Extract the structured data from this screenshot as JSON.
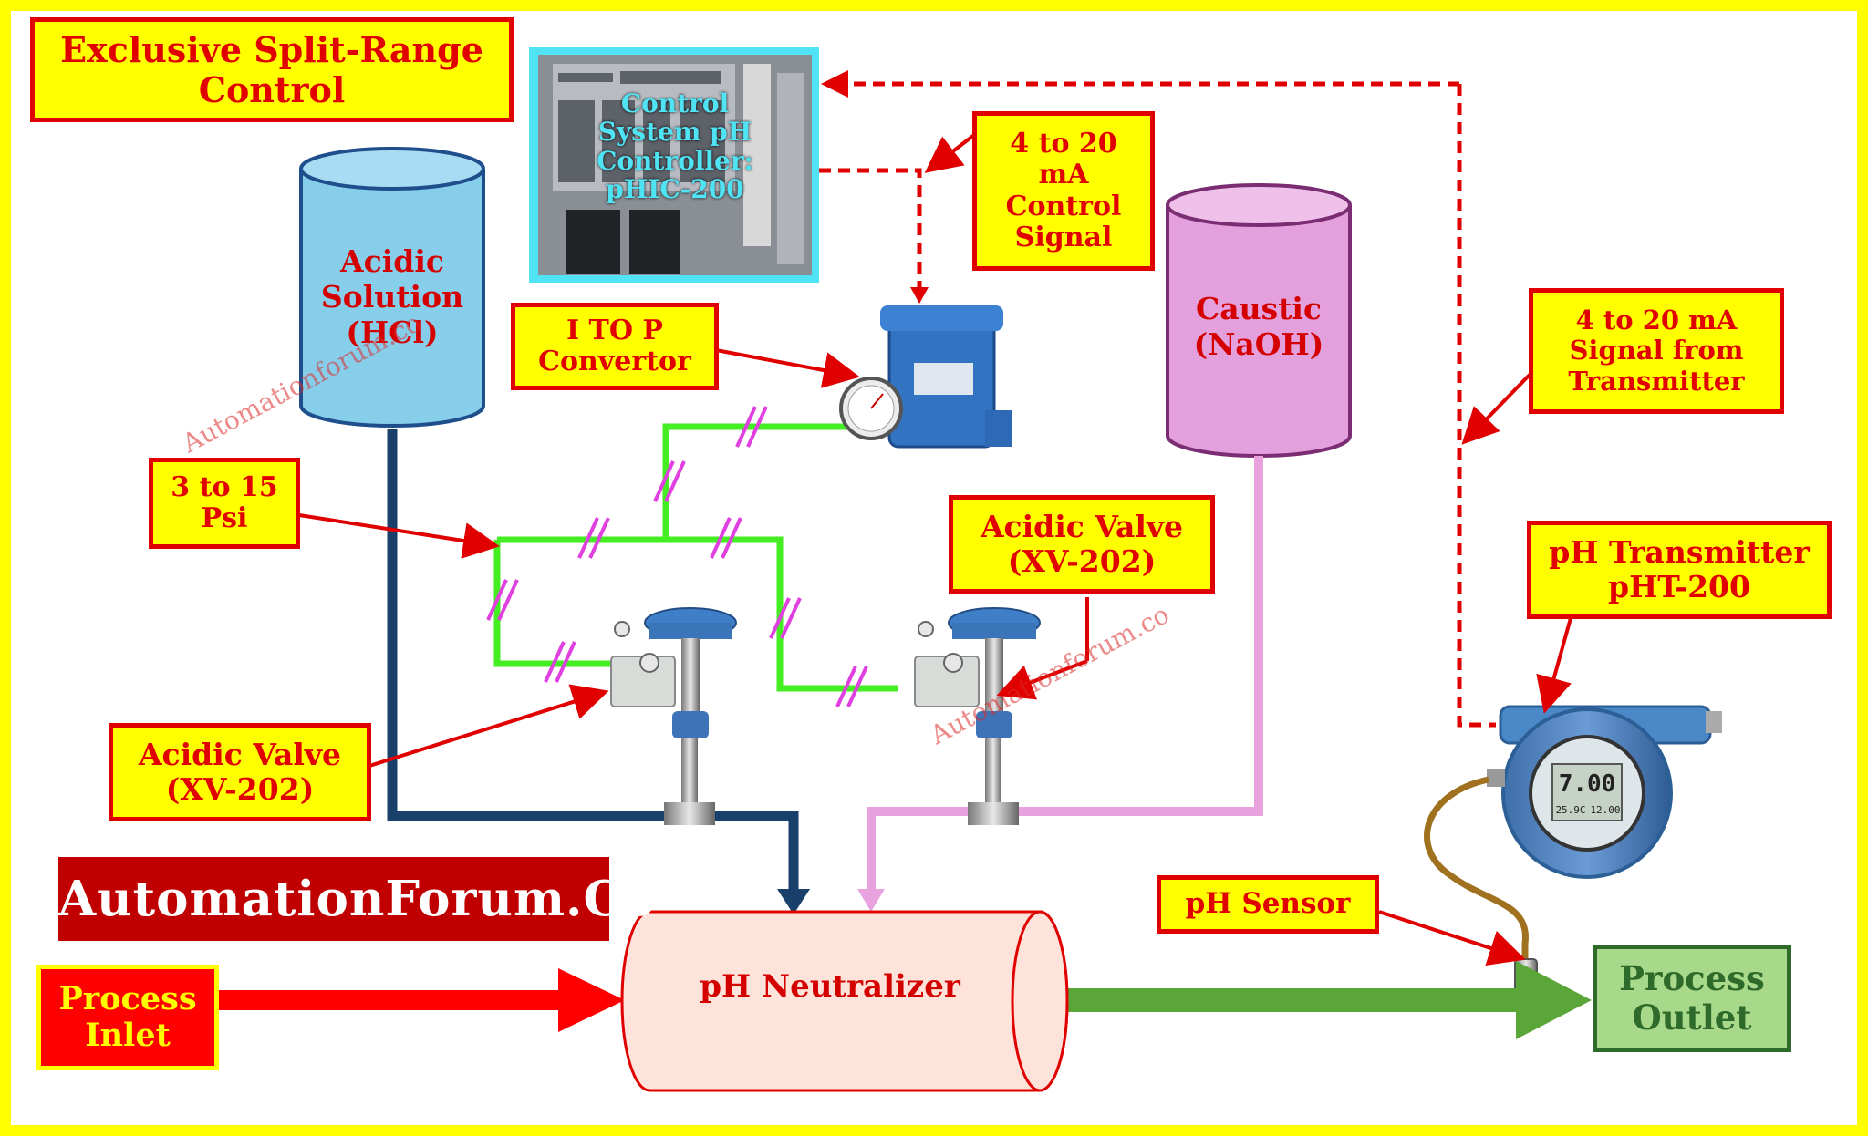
{
  "title": "Exclusive Split-Range\nControl",
  "controller": "Control\nSystem pH\nController:\npHIC-200",
  "acid_tank": "Acidic\nSolution\n(HCl)",
  "caustic_tank": "Caustic\n(NaOH)",
  "ma_control_signal": "4 to 20\nmA\nControl\nSignal",
  "i_to_p": "I TO P\nConvertor",
  "psi": "3 to 15\nPsi",
  "acidic_valve_right": "Acidic Valve\n(XV-202)",
  "acidic_valve_left": "Acidic Valve\n(XV-202)",
  "transmitter_signal": "4 to 20 mA\nSignal from\nTransmitter",
  "ph_transmitter": "pH Transmitter\npHT-200",
  "ph_sensor": "pH Sensor",
  "neutralizer": "pH Neutralizer",
  "process_inlet": "Process\nInlet",
  "process_outlet": "Process\nOutlet",
  "brand": "AutomationForum.Co",
  "watermark": "Automationforum.co",
  "display_main": "7.00",
  "display_sub1": "25.9C",
  "display_sub2": "12.00"
}
